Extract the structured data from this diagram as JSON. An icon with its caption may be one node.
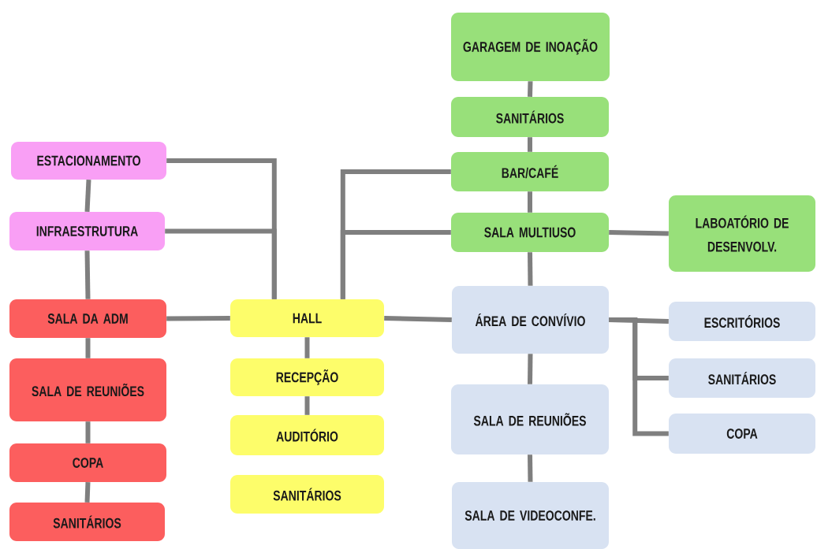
{
  "diagram": {
    "nodes": [
      {
        "text": [
          "GARAGEM DE INOAÇÃO"
        ]
      },
      {
        "text": [
          "SANITÁRIOS"
        ]
      },
      {
        "text": [
          "ESTACIONAMENTO"
        ]
      },
      {
        "text": [
          "BAR/CAFÉ"
        ]
      },
      {
        "text": [
          "INFRAESTRUTURA"
        ]
      },
      {
        "text": [
          "SALA MULTIUSO"
        ]
      },
      {
        "text": [
          "LABOATÓRIO DE DESENVOLV."
        ]
      },
      {
        "text": [
          "SALA DA ADM"
        ]
      },
      {
        "text": [
          "HALL"
        ]
      },
      {
        "text": [
          "ÁREA DE CONVÍVIO"
        ]
      },
      {
        "text": [
          "ESCRITÓRIOS"
        ]
      },
      {
        "text": [
          "SALA DE REUNIÕES"
        ]
      },
      {
        "text": [
          "RECEPÇÃO"
        ]
      },
      {
        "text": [
          "SANITÁRIOS"
        ]
      },
      {
        "text": [
          "SALA DE REUNIÕES"
        ]
      },
      {
        "text": [
          "AUDITÓRIO"
        ]
      },
      {
        "text": [
          "COPA"
        ]
      },
      {
        "text": [
          "COPA"
        ]
      },
      {
        "text": [
          "SANITÁRIOS"
        ]
      },
      {
        "text": [
          "SANITÁRIOS"
        ]
      },
      {
        "text": [
          "SALA DE VIDEOCONFE."
        ]
      }
    ],
    "edges": [
      {
        "from": 0,
        "to": 1,
        "arrow": "none"
      },
      {
        "from": 1,
        "to": 3,
        "arrow": "none"
      },
      {
        "from": 3,
        "to": 5,
        "arrow": "none"
      },
      {
        "from": 5,
        "to": 6,
        "arrow": "none"
      },
      {
        "from": 5,
        "to": 9,
        "arrow": "none"
      },
      {
        "from": 9,
        "to": 14,
        "arrow": "none"
      },
      {
        "from": 14,
        "to": 20,
        "arrow": "none"
      },
      {
        "from": 2,
        "to": 4,
        "arrow": "none"
      },
      {
        "from": 4,
        "to": 7,
        "arrow": "none"
      },
      {
        "from": 7,
        "to": 11,
        "arrow": "none"
      },
      {
        "from": 11,
        "to": 16,
        "arrow": "none"
      },
      {
        "from": 16,
        "to": 19,
        "arrow": "none"
      },
      {
        "from": 2,
        "to": 8,
        "arrow": "none"
      },
      {
        "from": 4,
        "to": 8,
        "arrow": "none"
      },
      {
        "from": 8,
        "to": 3,
        "arrow": "none"
      },
      {
        "from": 8,
        "to": 5,
        "arrow": "none"
      },
      {
        "from": 7,
        "to": 8,
        "arrow": "none"
      },
      {
        "from": 8,
        "to": 9,
        "arrow": "none"
      },
      {
        "from": 8,
        "to": 12,
        "arrow": "none"
      },
      {
        "from": 12,
        "to": 15,
        "arrow": "none"
      },
      {
        "from": 9,
        "to": 10,
        "arrow": "none"
      },
      {
        "from": 9,
        "to": 13,
        "arrow": "none"
      },
      {
        "from": 9,
        "to": 17,
        "arrow": "none"
      }
    ]
  }
}
